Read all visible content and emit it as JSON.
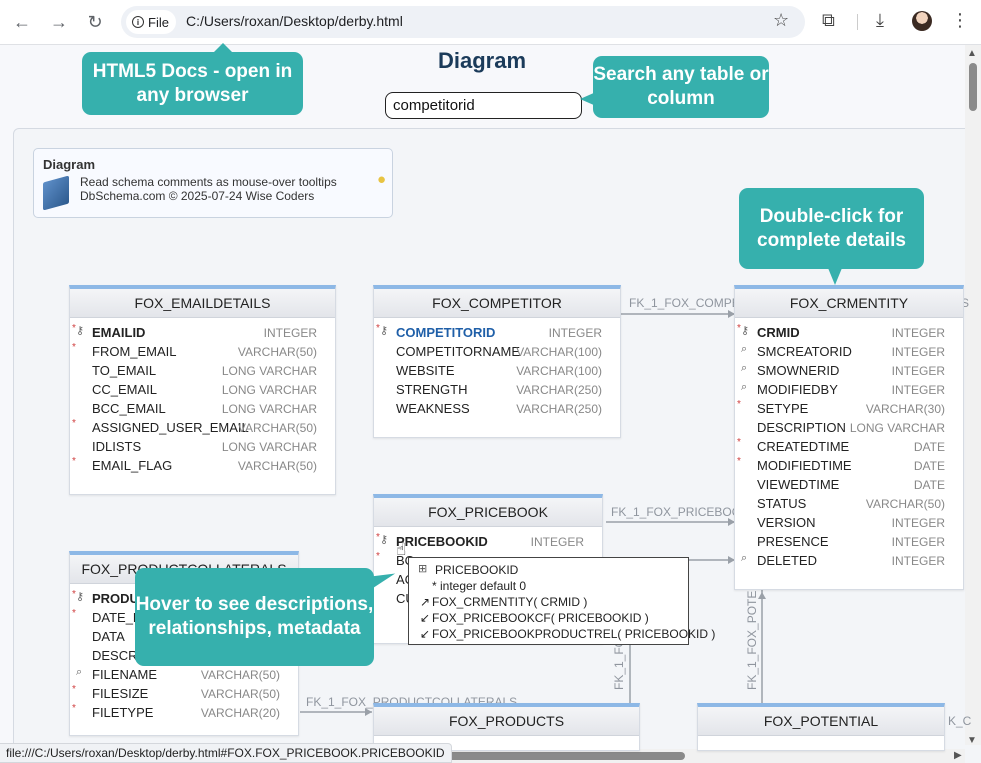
{
  "browser": {
    "chip_label": "File",
    "url": "C:/Users/roxan/Desktop/derby.html",
    "status_url": "file:///C:/Users/roxan/Desktop/derby.html#FOX.FOX_PRICEBOOK.PRICEBOOKID"
  },
  "page": {
    "title": "Diagram",
    "search_value": "competitorid"
  },
  "callouts": {
    "html5": "HTML5 Docs - open in any browser",
    "search": "Search any table or column",
    "dblclick": "Double-click for complete details",
    "hover": "Hover to see descriptions, relationships, metadata"
  },
  "info": {
    "title": "Diagram",
    "line1": "Read schema comments as mouse-over tooltips",
    "line2": "DbSchema.com © 2025-07-24 Wise Coders"
  },
  "tables": {
    "emaildetails": {
      "name": "FOX_EMAILDETAILS",
      "columns": [
        {
          "name": "EMAILID",
          "type": "INTEGER"
        },
        {
          "name": "FROM_EMAIL",
          "type": "VARCHAR(50)"
        },
        {
          "name": "TO_EMAIL",
          "type": "LONG VARCHAR"
        },
        {
          "name": "CC_EMAIL",
          "type": "LONG VARCHAR"
        },
        {
          "name": "BCC_EMAIL",
          "type": "LONG VARCHAR"
        },
        {
          "name": "ASSIGNED_USER_EMAIL",
          "type": "VARCHAR(50)"
        },
        {
          "name": "IDLISTS",
          "type": "LONG VARCHAR"
        },
        {
          "name": "EMAIL_FLAG",
          "type": "VARCHAR(50)"
        }
      ]
    },
    "competitor": {
      "name": "FOX_COMPETITOR",
      "columns": [
        {
          "name": "COMPETITORID",
          "type": "INTEGER"
        },
        {
          "name": "COMPETITORNAME",
          "type": "VARCHAR(100)"
        },
        {
          "name": "WEBSITE",
          "type": "VARCHAR(100)"
        },
        {
          "name": "STRENGTH",
          "type": "VARCHAR(250)"
        },
        {
          "name": "WEAKNESS",
          "type": "VARCHAR(250)"
        }
      ]
    },
    "crmentity": {
      "name": "FOX_CRMENTITY",
      "columns": [
        {
          "name": "CRMID",
          "type": "INTEGER"
        },
        {
          "name": "SMCREATORID",
          "type": "INTEGER"
        },
        {
          "name": "SMOWNERID",
          "type": "INTEGER"
        },
        {
          "name": "MODIFIEDBY",
          "type": "INTEGER"
        },
        {
          "name": "SETYPE",
          "type": "VARCHAR(30)"
        },
        {
          "name": "DESCRIPTION",
          "type": "LONG VARCHAR"
        },
        {
          "name": "CREATEDTIME",
          "type": "DATE"
        },
        {
          "name": "MODIFIEDTIME",
          "type": "DATE"
        },
        {
          "name": "VIEWEDTIME",
          "type": "DATE"
        },
        {
          "name": "STATUS",
          "type": "VARCHAR(50)"
        },
        {
          "name": "VERSION",
          "type": "INTEGER"
        },
        {
          "name": "PRESENCE",
          "type": "INTEGER"
        },
        {
          "name": "DELETED",
          "type": "INTEGER"
        }
      ]
    },
    "pricebook": {
      "name": "FOX_PRICEBOOK",
      "columns": [
        {
          "name": "PRICEBOOKID",
          "type": "INTEGER"
        },
        {
          "name": "BO",
          "type": ""
        },
        {
          "name": "AC",
          "type": ""
        },
        {
          "name": "CU",
          "type": ""
        }
      ]
    },
    "productcollaterals": {
      "name": "FOX_PRODUCTCOLLATERALS",
      "columns": [
        {
          "name": "PRODU",
          "type": ""
        },
        {
          "name": "DATE_E",
          "type": ""
        },
        {
          "name": "DATA",
          "type": ""
        },
        {
          "name": "DESCRI",
          "type": ""
        },
        {
          "name": "FILENAME",
          "type": "VARCHAR(50)"
        },
        {
          "name": "FILESIZE",
          "type": "VARCHAR(50)"
        },
        {
          "name": "FILETYPE",
          "type": "VARCHAR(20)"
        }
      ]
    },
    "products": {
      "name": "FOX_PRODUCTS"
    },
    "potential": {
      "name": "FOX_POTENTIAL"
    }
  },
  "fk_labels": {
    "competitor": "FK_1_FOX_COMPE",
    "pricebook": "FK_1_FOX_PRICEBOO",
    "productcollaterals": "FK_1_FOX_PRODUCTCOLLATERALS",
    "potential": "FK_1_FOX_POTEN",
    "fc": "FK_1_FO",
    "crm_right": "S",
    "right_edge": "K_C"
  },
  "tooltip": {
    "title": "PRICEBOOKID",
    "detail": "* integer default 0",
    "ref1": "FOX_CRMENTITY( CRMID )",
    "ref2": "FOX_PRICEBOOKCF( PRICEBOOKID )",
    "ref3": "FOX_PRICEBOOKPRODUCTREL( PRICEBOOKID )"
  },
  "colors": {
    "accent": "#36b0ad",
    "title": "#1b3b5a",
    "table_top": "#8db8e6",
    "link": "#1f5fa8"
  }
}
